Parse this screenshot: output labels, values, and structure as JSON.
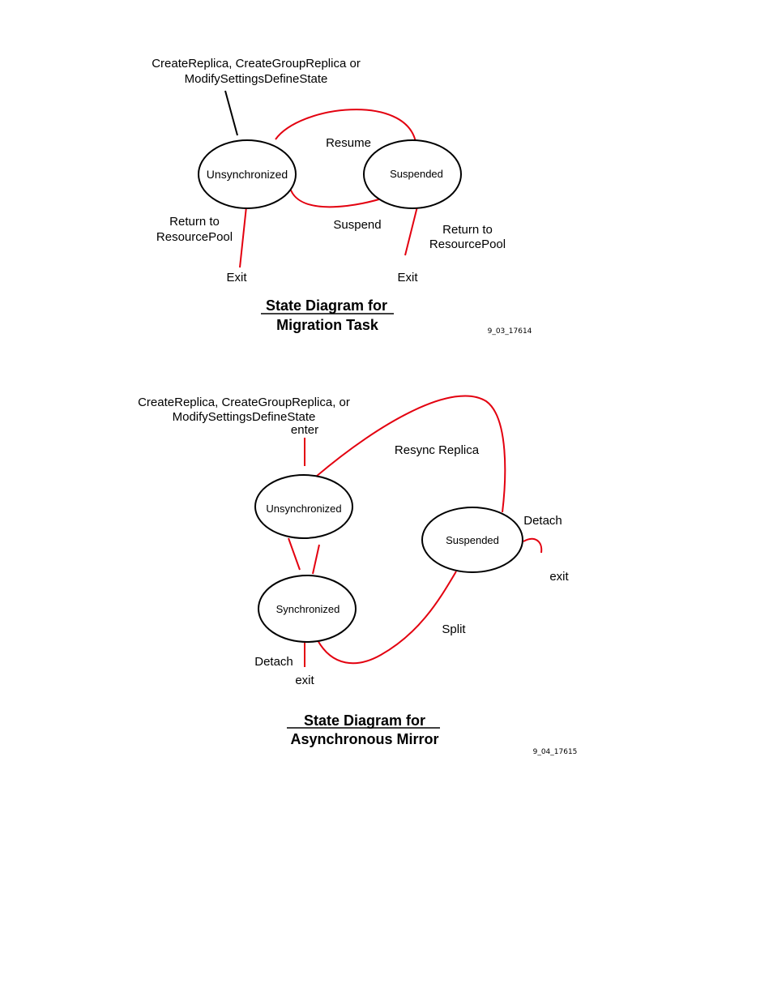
{
  "diagram1": {
    "entry_label_line1": "CreateReplica, CreateGroupReplica or",
    "entry_label_line2": "ModifySettingsDefineState",
    "state_unsync": "Unsynchronized",
    "state_suspended": "Suspended",
    "resume_label": "Resume",
    "suspend_label": "Suspend",
    "return_left_line1": "Return to",
    "return_left_line2": "ResourcePool",
    "return_right_line1": "Return to",
    "return_right_line2": "ResourcePool",
    "exit_left": "Exit",
    "exit_right": "Exit",
    "title_line1": "State Diagram for",
    "title_line2": "Migration Task",
    "figure_id": "9_03_17614"
  },
  "diagram2": {
    "entry_label_line1": "CreateReplica, CreateGroupReplica, or",
    "entry_label_line2": "ModifySettingsDefineState",
    "enter_label": "enter",
    "resync_label": "Resync Replica",
    "state_unsync": "Unsynchronized",
    "state_suspended": "Suspended",
    "state_sync": "Synchronized",
    "detach_right": "Detach",
    "exit_right": "exit",
    "split_label": "Split",
    "detach_bottom": "Detach",
    "exit_bottom": "exit",
    "title_line1": "State Diagram for",
    "title_line2": "Asynchronous Mirror",
    "figure_id": "9_04_17615"
  },
  "colors": {
    "transition": "#e3000f",
    "state_outline": "#000000"
  }
}
